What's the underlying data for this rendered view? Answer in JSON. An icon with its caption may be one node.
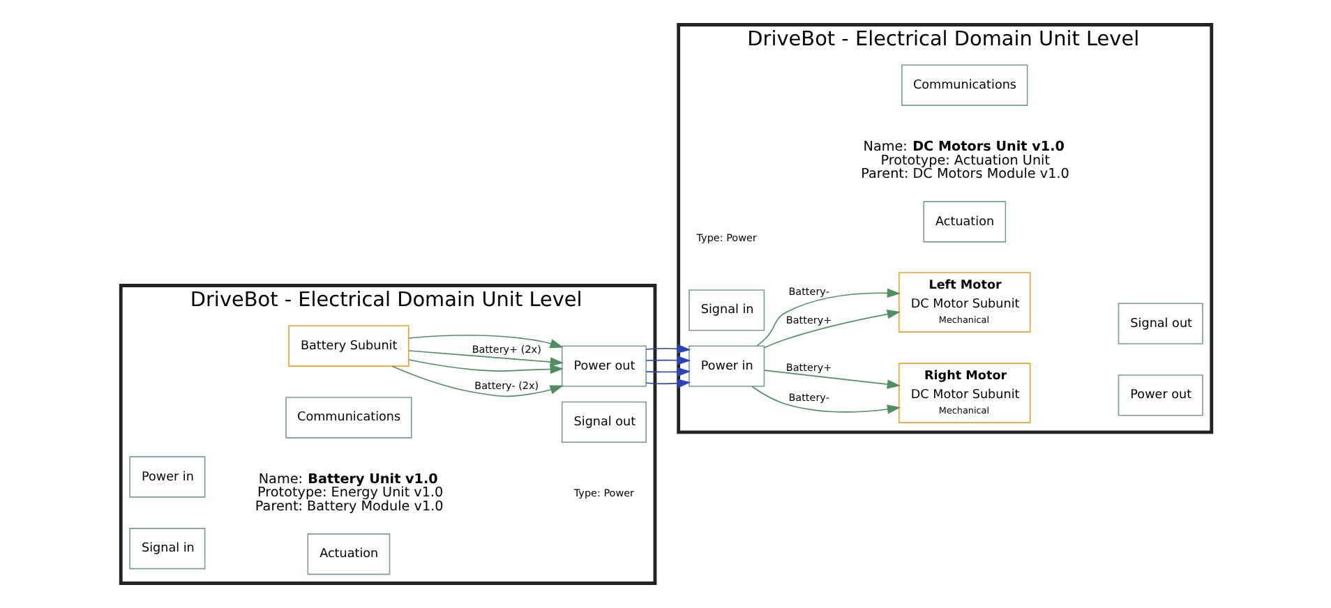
{
  "diagram": {
    "nodes": [
      {
        "text": [
          "DriveBot - Electrical Domain Unit Level"
        ],
        "beside": [
          "Name: **Battery Unit v1.0**",
          "Prototype: Energy Unit v1.0",
          "Parent: Battery Module v1.0"
        ]
      },
      {
        "text": [
          "Power in"
        ],
        "in": 0
      },
      {
        "text": [
          "Actuation"
        ],
        "in": 0
      },
      {
        "text": [
          "Power out"
        ],
        "in": 0
      },
      {
        "text": [
          "Battery Subunit"
        ],
        "in": 0
      },
      {
        "text": [
          "Signal in"
        ],
        "in": 0
      },
      {
        "text": [
          "Communications"
        ],
        "in": 0
      },
      {
        "text": [
          "Signal out"
        ],
        "in": 0
      },
      {
        "text": [
          "DriveBot - Electrical Domain Unit Level"
        ],
        "beside": [
          "Name: **DC Motors Unit v1.0**",
          "Prototype: Actuation Unit",
          "Parent: DC Motors Module v1.0"
        ]
      },
      {
        "text": [
          "Power in"
        ],
        "in": 8
      },
      {
        "text": [
          "Actuation"
        ],
        "in": 8
      },
      {
        "text": [
          "Power out"
        ],
        "in": 8
      },
      {
        "text": [
          "Left Motor",
          "DC Motor Subunit",
          "Mechanical"
        ],
        "in": 8
      },
      {
        "text": [
          "Right Motor",
          "DC Motor Subunit",
          "Mechanical"
        ],
        "in": 8
      },
      {
        "text": [
          "Signal in"
        ],
        "in": 8
      },
      {
        "text": [
          "Communications"
        ],
        "in": 8
      },
      {
        "text": [
          "Signal out"
        ],
        "in": 8
      }
    ],
    "edges": [
      {
        "from": 4,
        "to": 3,
        "arrow": "to",
        "label": "Battery+ (2x)",
        "color": "#4f8f5f"
      },
      {
        "from": 4,
        "to": 3,
        "arrow": "to",
        "color": "#4f8f5f"
      },
      {
        "from": 4,
        "to": 3,
        "arrow": "to",
        "label": "Battery- (2x)",
        "color": "#4f8f5f"
      },
      {
        "from": 4,
        "to": 3,
        "arrow": "to",
        "color": "#4f8f5f"
      },
      {
        "from": 3,
        "to": 9,
        "arrow": "to",
        "color": "#2a44b8"
      },
      {
        "from": 3,
        "to": 9,
        "arrow": "to",
        "color": "#2a44b8"
      },
      {
        "from": 3,
        "to": 9,
        "arrow": "to",
        "color": "#2a44b8"
      },
      {
        "from": 3,
        "to": 9,
        "arrow": "to",
        "color": "#2a44b8"
      },
      {
        "from": 9,
        "to": 12,
        "arrow": "to",
        "label": "Battery+",
        "color": "#4f8f5f"
      },
      {
        "from": 9,
        "to": 12,
        "arrow": "to",
        "label": "Battery-",
        "color": "#4f8f5f"
      },
      {
        "from": 9,
        "to": 13,
        "arrow": "to",
        "label": "Battery+",
        "color": "#4f8f5f"
      },
      {
        "from": 9,
        "to": 13,
        "arrow": "to",
        "label": "Battery-",
        "color": "#4f8f5f"
      }
    ],
    "labels": [
      "Type: Power",
      "Type: Power"
    ]
  }
}
